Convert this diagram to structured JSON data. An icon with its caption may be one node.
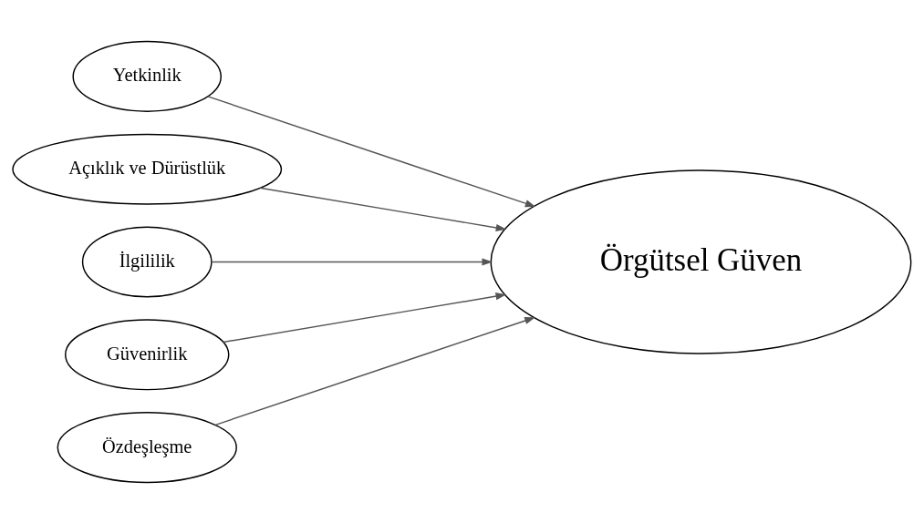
{
  "diagram": {
    "nodes": [
      {
        "text": [
          "Yetkinlik"
        ]
      },
      {
        "text": [
          "Açıklık ve Dürüstlük"
        ]
      },
      {
        "text": [
          "İlgililik"
        ]
      },
      {
        "text": [
          "Güvenirlik"
        ]
      },
      {
        "text": [
          "Özdeşleşme"
        ]
      },
      {
        "text": [
          "Örgütsel Güven"
        ]
      }
    ],
    "edges": [
      {
        "from": 0,
        "to": 5,
        "arrow": "to"
      },
      {
        "from": 1,
        "to": 5,
        "arrow": "to"
      },
      {
        "from": 2,
        "to": 5,
        "arrow": "to"
      },
      {
        "from": 3,
        "to": 5,
        "arrow": "to"
      },
      {
        "from": 4,
        "to": 5,
        "arrow": "to"
      }
    ]
  }
}
